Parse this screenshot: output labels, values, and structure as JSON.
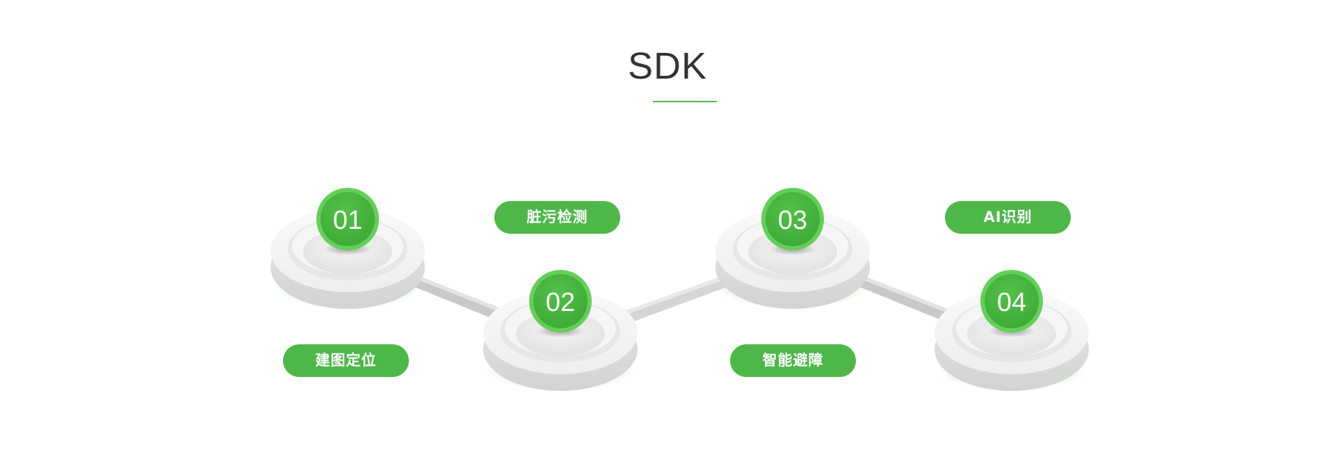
{
  "header": {
    "title": "SDK"
  },
  "steps": [
    {
      "number": "01",
      "label": "建图定位"
    },
    {
      "number": "02",
      "label": "脏污检测"
    },
    {
      "number": "03",
      "label": "智能避障"
    },
    {
      "number": "04",
      "label": "AI识别"
    }
  ],
  "colors": {
    "accent": "#4db848",
    "title": "#333333",
    "platform": "#eeeeee"
  }
}
